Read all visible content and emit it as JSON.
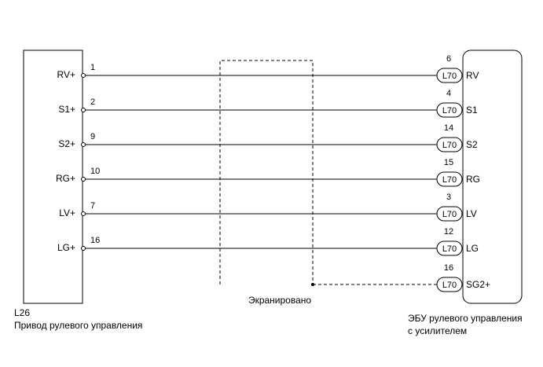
{
  "left_component": {
    "code": "L26",
    "name": "Привод рулевого управления"
  },
  "right_component": {
    "name_line1": "ЭБУ рулевого управления",
    "name_line2": "с усилителем"
  },
  "connector_code": "L70",
  "shield_label": "Экранировано",
  "wires": [
    {
      "left_label": "RV+",
      "left_pin": "1",
      "right_pin": "6",
      "right_label": "RV"
    },
    {
      "left_label": "S1+",
      "left_pin": "2",
      "right_pin": "4",
      "right_label": "S1"
    },
    {
      "left_label": "S2+",
      "left_pin": "9",
      "right_pin": "14",
      "right_label": "S2"
    },
    {
      "left_label": "RG+",
      "left_pin": "10",
      "right_pin": "15",
      "right_label": "RG"
    },
    {
      "left_label": "LV+",
      "left_pin": "7",
      "right_pin": "3",
      "right_label": "LV"
    },
    {
      "left_label": "LG+",
      "left_pin": "16",
      "right_pin": "12",
      "right_label": "LG"
    }
  ],
  "shield_wire": {
    "right_pin": "16",
    "right_label": "SG2+"
  }
}
